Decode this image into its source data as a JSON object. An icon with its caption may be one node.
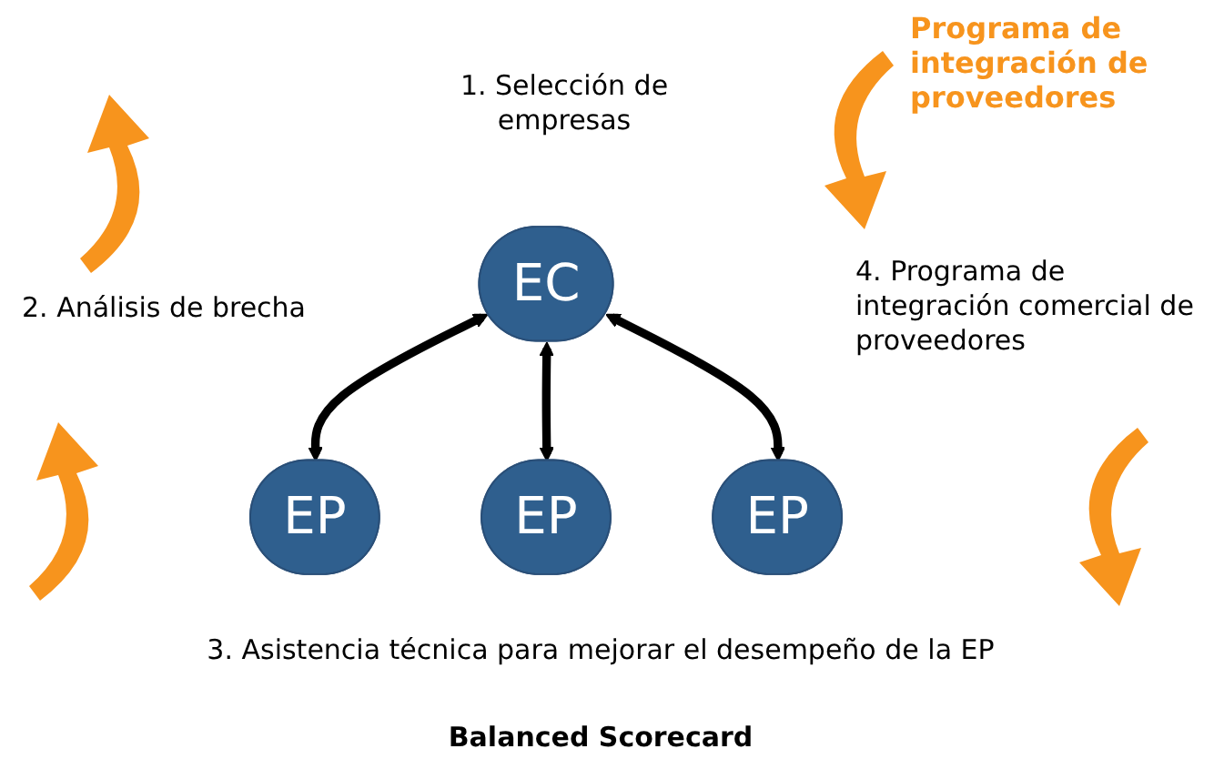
{
  "diagram": {
    "title": "Programa de integración de proveedores",
    "caption": "Balanced Scorecard",
    "nodes": [
      {
        "text": [
          "EC"
        ]
      },
      {
        "text": [
          "EP"
        ]
      },
      {
        "text": [
          "EP"
        ]
      },
      {
        "text": [
          "EP"
        ]
      }
    ],
    "edges": [
      {
        "from": 0,
        "to": 1,
        "arrow": "both"
      },
      {
        "from": 0,
        "to": 3,
        "arrow": "both"
      },
      {
        "from": 0,
        "to": 2,
        "arrow": "both"
      }
    ],
    "labels": [
      "1. Selección de empresas",
      "4. Programa de integración comercial de proveedores",
      "2. Análisis de brecha",
      "3. Asistencia técnica para mejorar el desempeño de la EP"
    ]
  }
}
